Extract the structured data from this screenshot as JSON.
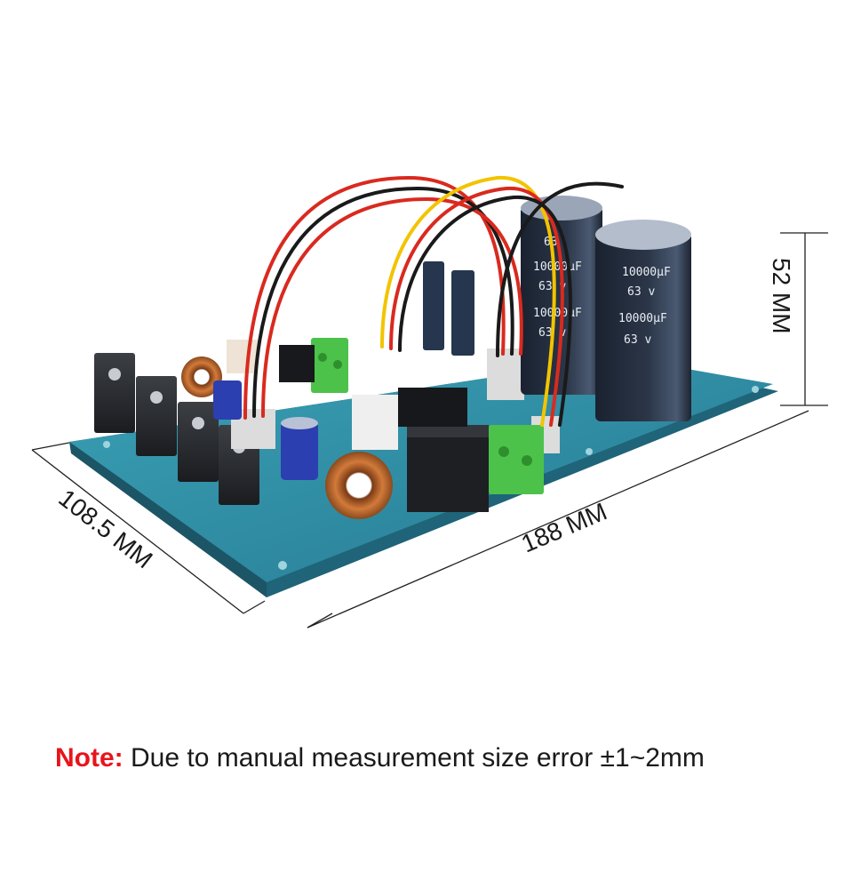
{
  "dimensions": {
    "height": "52 MM",
    "width": "108.5 MM",
    "length": "188 MM"
  },
  "capacitors": {
    "large": [
      "10000µF",
      "63  v",
      "10000µF",
      "63  v"
    ],
    "back": [
      "63",
      "10000µF",
      "63  v",
      "10000µF",
      "63  v"
    ]
  },
  "note": {
    "label": "Note:",
    "text": " Due to manual measurement size error ±1~2mm"
  },
  "colors": {
    "pcb": "#2f8fa6",
    "note_label": "#e8141c",
    "terminal": "#4cc24a"
  }
}
